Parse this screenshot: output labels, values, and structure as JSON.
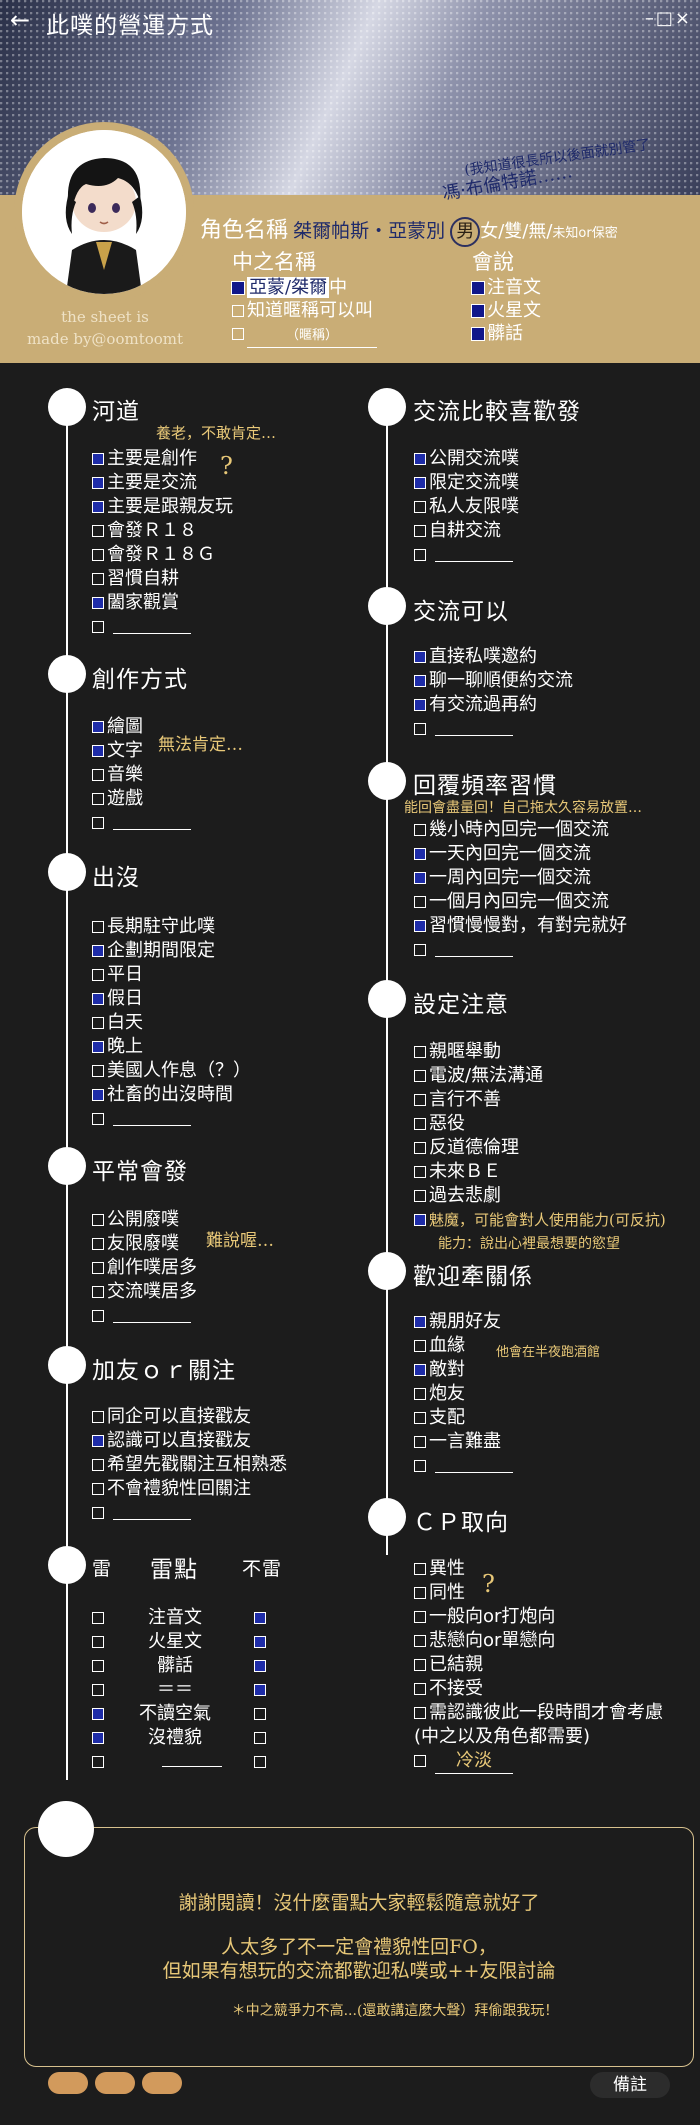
{
  "topbar": {
    "title": "此噗的營運方式",
    "back": "←",
    "window_controls": "–□×"
  },
  "credit": {
    "line1": "the sheet is",
    "line2": "made by@oomtoomt"
  },
  "profile": {
    "aside_note": "(我知道很長所以後面就別管了",
    "aside_name": "馮·布倫特諾……",
    "role_label": "角色名稱",
    "role_name": "桀爾帕斯・亞蒙別",
    "gender_selected": "男",
    "gender_rest": "女/雙/無/",
    "gender_unknown": "未知or保密",
    "zhongzhi_label": "中之名稱",
    "zhongzhi_items": [
      {
        "text": "亞蒙/桀爾",
        "suffix": "中",
        "checked": true
      },
      {
        "text": "知道暱稱可以叫",
        "checked": false
      },
      {
        "text": "（暱稱）",
        "checked": false
      }
    ],
    "language_label": "會說",
    "languages": [
      {
        "text": "注音文",
        "checked": true
      },
      {
        "text": "火星文",
        "checked": true
      },
      {
        "text": "髒話",
        "checked": true
      }
    ]
  },
  "sections": {
    "hedao": {
      "title": "河道",
      "note": "養老，不敢肯定…",
      "qmark": "?",
      "items": [
        {
          "text": "主要是創作",
          "checked": true
        },
        {
          "text": "主要是交流",
          "checked": true
        },
        {
          "text": "主要是跟親友玩",
          "checked": true
        },
        {
          "text": "會發Ｒ１８",
          "checked": false
        },
        {
          "text": "會發Ｒ１８Ｇ",
          "checked": false
        },
        {
          "text": "習慣自耕",
          "checked": false
        },
        {
          "text": "闔家觀賞",
          "checked": true
        },
        {
          "text": "",
          "checked": false
        }
      ]
    },
    "chuangzuo": {
      "title": "創作方式",
      "note": "無法肯定…",
      "items": [
        {
          "text": "繪圖",
          "checked": true
        },
        {
          "text": "文字",
          "checked": true
        },
        {
          "text": "音樂",
          "checked": false
        },
        {
          "text": "遊戲",
          "checked": false
        },
        {
          "text": "",
          "checked": false
        }
      ]
    },
    "chumo": {
      "title": "出沒",
      "items": [
        {
          "text": "長期駐守此噗",
          "checked": false
        },
        {
          "text": "企劃期間限定",
          "checked": true
        },
        {
          "text": "平日",
          "checked": false
        },
        {
          "text": "假日",
          "checked": true
        },
        {
          "text": "白天",
          "checked": false
        },
        {
          "text": "晚上",
          "checked": true
        },
        {
          "text": "美國人作息（？）",
          "checked": false
        },
        {
          "text": "社畜的出沒時間",
          "checked": true
        },
        {
          "text": "",
          "checked": false
        }
      ]
    },
    "pingchang": {
      "title": "平常會發",
      "note": "難說喔…",
      "items": [
        {
          "text": "公開廢噗",
          "checked": false
        },
        {
          "text": "友限廢噗",
          "checked": false
        },
        {
          "text": "創作噗居多",
          "checked": false
        },
        {
          "text": "交流噗居多",
          "checked": false
        },
        {
          "text": "",
          "checked": false
        }
      ]
    },
    "jiayou": {
      "title": "加友ｏｒ關注",
      "items": [
        {
          "text": "同企可以直接戳友",
          "checked": false
        },
        {
          "text": "認識可以直接戳友",
          "checked": true
        },
        {
          "text": "希望先戳關注互相熟悉",
          "checked": false
        },
        {
          "text": "不會禮貌性回關注",
          "checked": false
        },
        {
          "text": "",
          "checked": false
        }
      ]
    },
    "lei": {
      "col_left": "雷",
      "title": "雷點",
      "col_right": "不雷",
      "rows": [
        {
          "text": "注音文",
          "lei": false,
          "bulei": true
        },
        {
          "text": "火星文",
          "lei": false,
          "bulei": true
        },
        {
          "text": "髒話",
          "lei": false,
          "bulei": true
        },
        {
          "text": "＝＝",
          "lei": false,
          "bulei": true
        },
        {
          "text": "不讀空氣",
          "lei": true,
          "bulei": false
        },
        {
          "text": "沒禮貌",
          "lei": true,
          "bulei": false
        },
        {
          "text": "",
          "lei": false,
          "bulei": false
        }
      ]
    },
    "jiaoliu_xihuan": {
      "title": "交流比較喜歡發",
      "items": [
        {
          "text": "公開交流噗",
          "checked": true
        },
        {
          "text": "限定交流噗",
          "checked": true
        },
        {
          "text": "私人友限噗",
          "checked": false
        },
        {
          "text": "自耕交流",
          "checked": false
        },
        {
          "text": "",
          "checked": false
        }
      ]
    },
    "jiaoliu_keyi": {
      "title": "交流可以",
      "items": [
        {
          "text": "直接私噗邀約",
          "checked": true
        },
        {
          "text": "聊一聊順便約交流",
          "checked": true
        },
        {
          "text": "有交流過再約",
          "checked": true
        },
        {
          "text": "",
          "checked": false
        }
      ]
    },
    "huifu": {
      "title": "回覆頻率習慣",
      "note": "能回會盡量回！自己拖太久容易放置…",
      "items": [
        {
          "text": "幾小時內回完一個交流",
          "checked": false
        },
        {
          "text": "一天內回完一個交流",
          "checked": true
        },
        {
          "text": "一周內回完一個交流",
          "checked": true
        },
        {
          "text": "一個月內回完一個交流",
          "checked": false
        },
        {
          "text": "習慣慢慢對，有對完就好",
          "checked": true
        },
        {
          "text": "",
          "checked": false
        }
      ]
    },
    "sheding": {
      "title": "設定注意",
      "items": [
        {
          "text": "親暱舉動",
          "checked": false
        },
        {
          "text": "電波/無法溝通",
          "checked": false
        },
        {
          "text": "言行不善",
          "checked": false
        },
        {
          "text": "惡役",
          "checked": false
        },
        {
          "text": "反道德倫理",
          "checked": false
        },
        {
          "text": "未來ＢＥ",
          "checked": false
        },
        {
          "text": "過去悲劇",
          "checked": false
        }
      ],
      "extra": "魅魔，可能會對人使用能力(可反抗)",
      "extra_note": "能力：說出心裡最想要的慾望"
    },
    "huanying": {
      "title": "歡迎牽關係",
      "note": "他會在半夜跑酒館",
      "items": [
        {
          "text": "親朋好友",
          "checked": true
        },
        {
          "text": "血緣",
          "checked": false
        },
        {
          "text": "敵對",
          "checked": true
        },
        {
          "text": "炮友",
          "checked": false
        },
        {
          "text": "支配",
          "checked": false
        },
        {
          "text": "一言難盡",
          "checked": false
        },
        {
          "text": "",
          "checked": false
        }
      ]
    },
    "cp": {
      "title": "ＣＰ取向",
      "qmark": "?",
      "items": [
        {
          "text": "異性",
          "checked": false
        },
        {
          "text": "同性",
          "checked": false
        },
        {
          "text": "一般向or打炮向",
          "checked": false
        },
        {
          "text": "悲戀向or單戀向",
          "checked": false
        },
        {
          "text": "已結親",
          "checked": false
        },
        {
          "text": "不接受",
          "checked": false
        },
        {
          "text": "需認識彼此一段時間才會考慮",
          "checked": false
        }
      ],
      "extra": "(中之以及角色都需要)",
      "last_fill": "冷淡"
    }
  },
  "footer": {
    "line1": "謝謝閱讀！沒什麼雷點大家輕鬆隨意就好了",
    "line2": "人太多了不一定會禮貌性回FO，",
    "line3": "但如果有想玩的交流都歡迎私噗或++友限討論",
    "line4": "＊中之競爭力不高...(還敢講這麼大聲）拜偷跟我玩！",
    "remark": "備註"
  },
  "colors": {
    "gold": "#c9ad76",
    "check": "#1e2ca8",
    "accent_text": "#e8c878",
    "bg": "#1c1c1c"
  }
}
